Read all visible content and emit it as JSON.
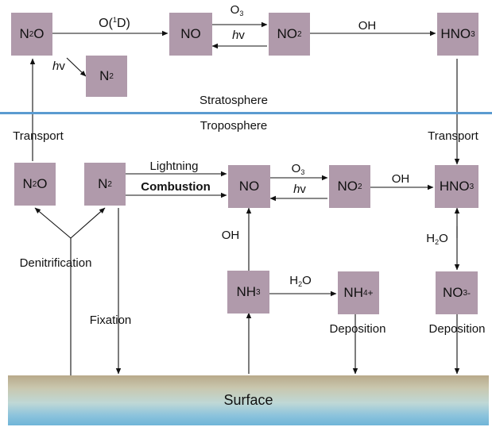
{
  "layers": {
    "stratosphere": "Stratosphere",
    "troposphere": "Troposphere",
    "surface": "Surface"
  },
  "strat": {
    "n2o": {
      "base": "N",
      "s1": "2",
      "tail": "O"
    },
    "no": "NO",
    "no2": {
      "base": "NO",
      "s1": "2"
    },
    "hno3": {
      "base": "HNO",
      "s1": "3"
    },
    "n2": {
      "base": "N",
      "s1": "2"
    },
    "lbl_o1d": {
      "a": "O(",
      "sup": "1",
      "b": "D)"
    },
    "lbl_o3": {
      "base": "O",
      "s1": "3"
    },
    "lbl_hv_top": {
      "h": "h",
      "v": "v"
    },
    "lbl_oh": "OH",
    "lbl_hv_left": {
      "h": "h",
      "v": "v"
    }
  },
  "trop": {
    "n2o": {
      "base": "N",
      "s1": "2",
      "tail": "O"
    },
    "n2": {
      "base": "N",
      "s1": "2"
    },
    "no": "NO",
    "no2": {
      "base": "NO",
      "s1": "2"
    },
    "hno3": {
      "base": "HNO",
      "s1": "3"
    },
    "nh3": {
      "base": "NH",
      "s1": "3"
    },
    "nh4": {
      "base": "NH",
      "s1": "4",
      "charge": "+"
    },
    "no3": {
      "base": "NO",
      "s1": "3",
      "charge": "-"
    },
    "lbl_lightning": "Lightning",
    "lbl_combustion": "Combustion",
    "lbl_o3": {
      "base": "O",
      "s1": "3"
    },
    "lbl_hv": {
      "h": "h",
      "v": "v"
    },
    "lbl_oh_right": "OH",
    "lbl_oh_vert": "OH",
    "lbl_h2o_mid": {
      "a": "H",
      "s1": "2",
      "b": "O"
    },
    "lbl_h2o_right": {
      "a": "H",
      "s1": "2",
      "b": "O"
    }
  },
  "labels": {
    "transport_left": "Transport",
    "transport_right": "Transport",
    "denitrification": "Denitrification",
    "fixation": "Fixation",
    "deposition_mid": "Deposition",
    "deposition_right": "Deposition"
  }
}
